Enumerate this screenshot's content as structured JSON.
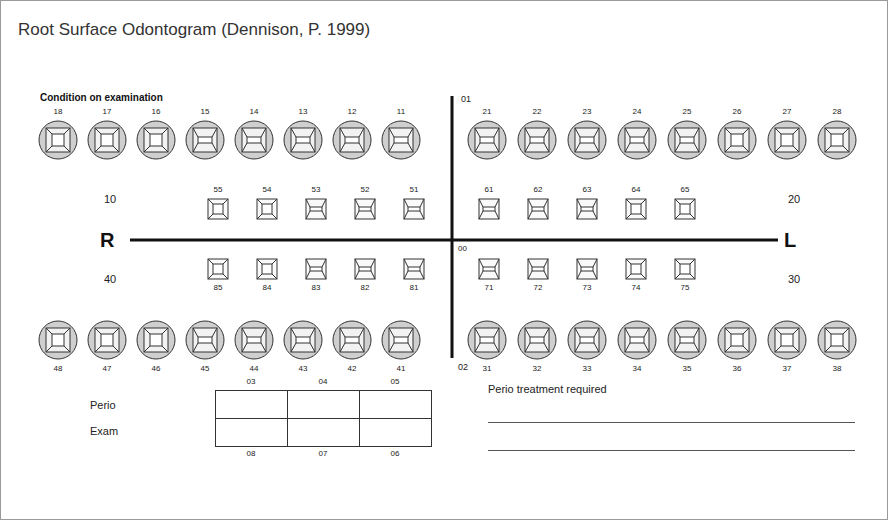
{
  "diagram": {
    "title": "Root Surface Odontogram (Dennison, P. 1999)",
    "labels": [
      "Condition on examination",
      "18",
      "17",
      "16",
      "15",
      "14",
      "13",
      "12",
      "11",
      "01",
      "21",
      "22",
      "23",
      "24",
      "25",
      "26",
      "27",
      "28",
      "10",
      "55",
      "54",
      "53",
      "52",
      "51",
      "61",
      "62",
      "63",
      "64",
      "65",
      "20",
      "R",
      "00",
      "L",
      "40",
      "85",
      "84",
      "83",
      "82",
      "81",
      "71",
      "72",
      "73",
      "74",
      "75",
      "30",
      "48",
      "47",
      "46",
      "45",
      "44",
      "43",
      "42",
      "41",
      "02",
      "31",
      "32",
      "33",
      "34",
      "35",
      "36",
      "37",
      "38",
      "03",
      "04",
      "05",
      "Perio",
      "Perio treatment required",
      "Exam",
      "08",
      "07",
      "06"
    ]
  }
}
